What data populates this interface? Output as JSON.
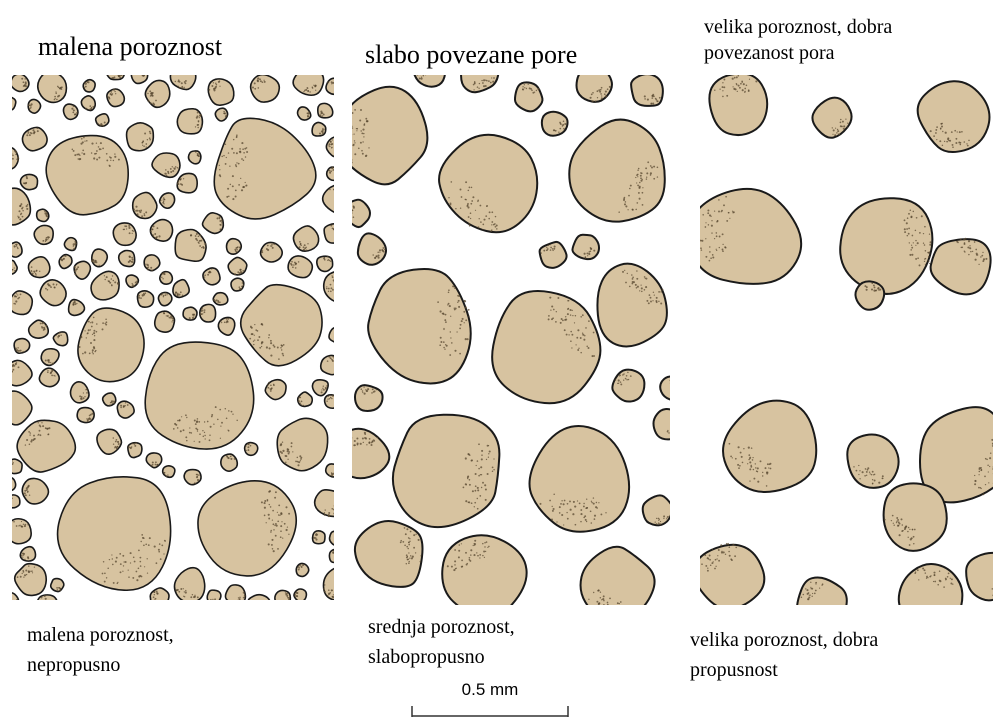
{
  "titles": {
    "panel1": "malena poroznost",
    "panel2": "slabo povezane pore",
    "panel3_line1": "velika poroznost, dobra",
    "panel3_line2": "povezanost pora"
  },
  "captions": {
    "panel1_line1": "malena poroznost,",
    "panel1_line2": "nepropusno",
    "panel2_line1": "srednja poroznost,",
    "panel2_line2": "slabopropusno",
    "panel3_line1": "velika poroznost, dobra",
    "panel3_line2": "propusnost"
  },
  "scale_label": "0.5 mm",
  "colors": {
    "grain": "#d7c3a0",
    "outline": "#1a1a1a",
    "stipple": "#5a4a32",
    "pore": "#ffffff"
  }
}
